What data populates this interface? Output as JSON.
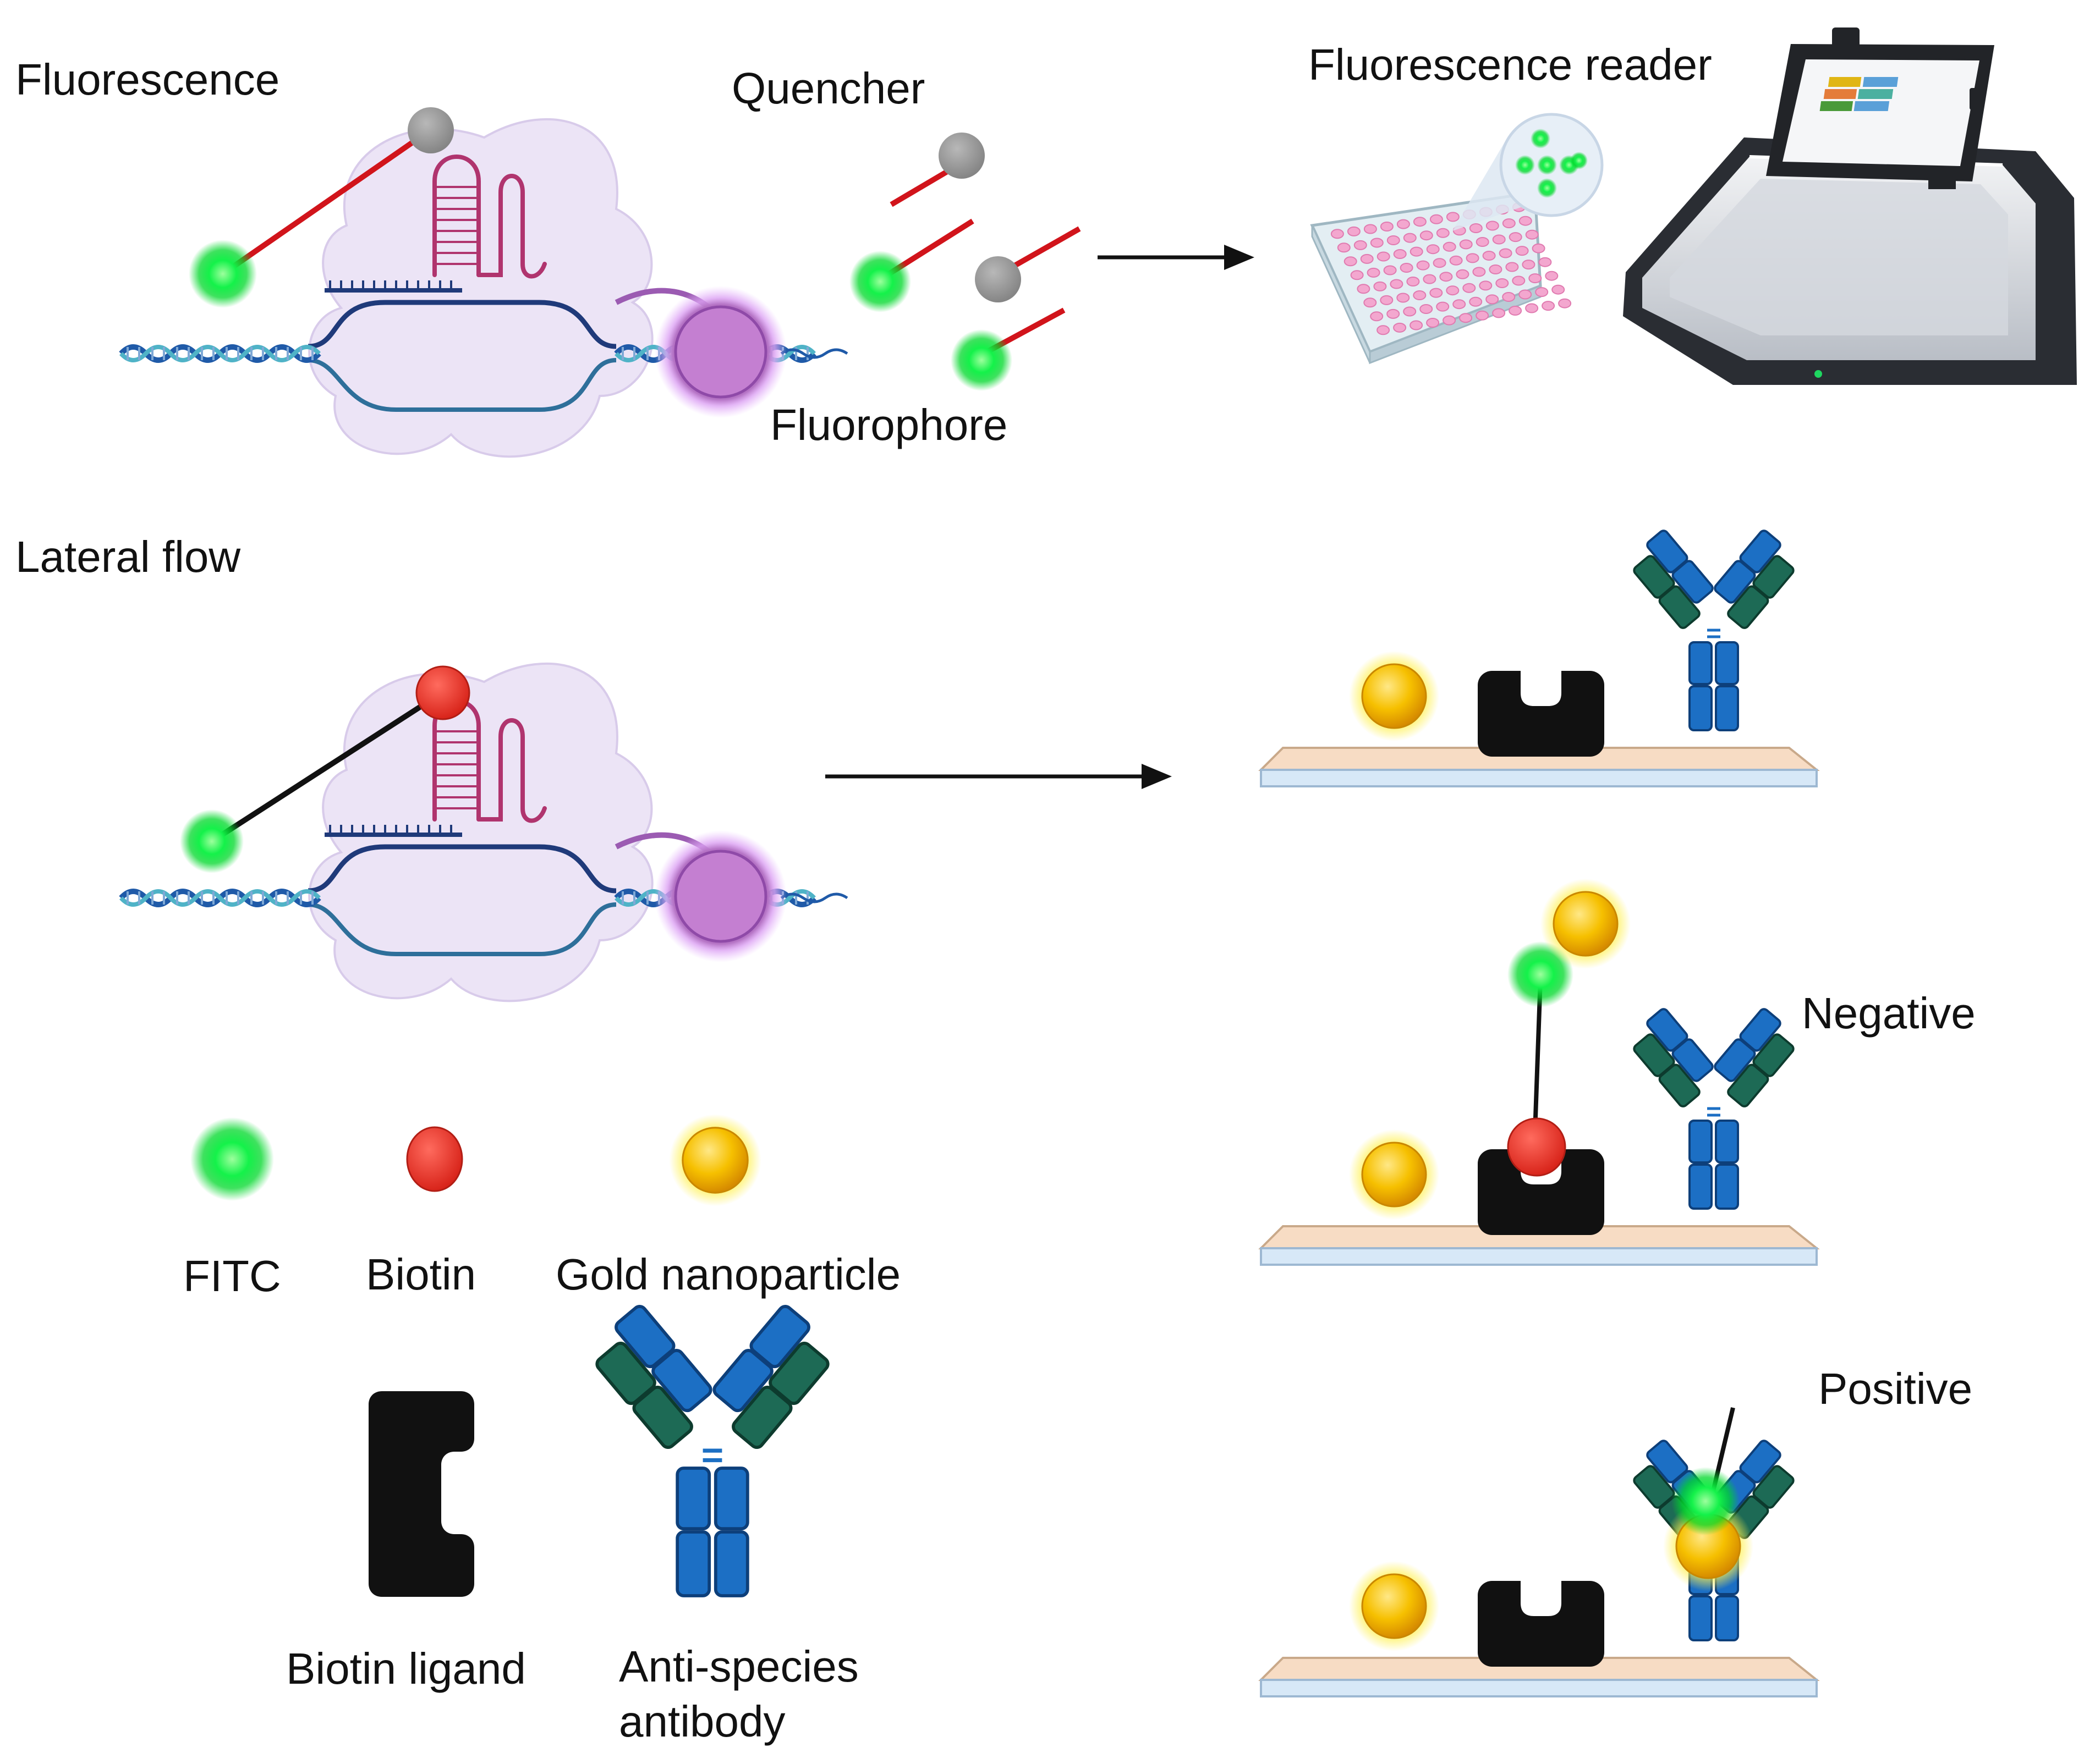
{
  "labels": {
    "fluorescence": "Fluorescence",
    "quencher": "Quencher",
    "fluorophore": "Fluorophore",
    "fluorescence_reader": "Fluorescence reader",
    "lateral_flow": "Lateral flow",
    "negative": "Negative",
    "positive": "Positive"
  },
  "legend": {
    "fitc": "FITC",
    "biotin": "Biotin",
    "gold": "Gold nanoparticle",
    "biotin_ligand": "Biotin ligand",
    "antibody_line1": "Anti-species",
    "antibody_line2": "antibody"
  },
  "colors": {
    "fitc_green": "#00e02a",
    "biotin_red": "#e8352a",
    "gold": "#f5b800",
    "quencher_gray": "#8f8f8f",
    "linker_red": "#d1141b",
    "protein_lilac": "#ece4f6",
    "cas_purple": "#c77fd2",
    "dna_blue": "#1f5aa8",
    "crrna_pink": "#b0346e",
    "ligand_black": "#111111",
    "antibody_blue": "#1c6fc4",
    "antibody_teal": "#1d6a55",
    "strip_pad": "#f7dcc4",
    "strip_base": "#d7e8f7"
  }
}
